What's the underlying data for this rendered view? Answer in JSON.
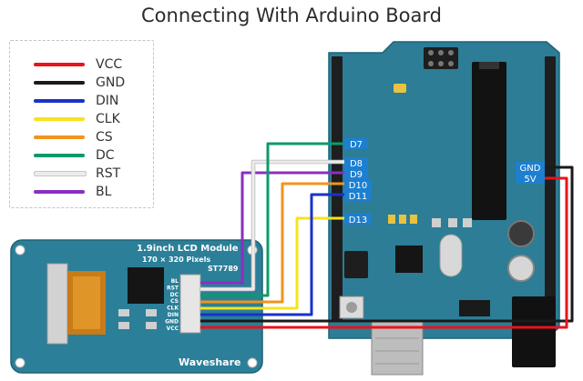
{
  "title": "Connecting With Arduino Board",
  "legend": [
    {
      "label": "VCC",
      "color": "#e8141b"
    },
    {
      "label": "GND",
      "color": "#1a1a1a"
    },
    {
      "label": "DIN",
      "color": "#1733c8"
    },
    {
      "label": "CLK",
      "color": "#f6e31f"
    },
    {
      "label": "CS",
      "color": "#f0941d"
    },
    {
      "label": "DC",
      "color": "#0d9a6a"
    },
    {
      "label": "RST",
      "color": "#ececec"
    },
    {
      "label": "BL",
      "color": "#8a2fc2"
    }
  ],
  "arduino": {
    "pins": [
      "D7",
      "D8",
      "D9",
      "D10",
      "D11",
      "D13",
      "GND",
      "5V"
    ],
    "board_color": "#2c7d95",
    "label_color": "#1d7fd0"
  },
  "lcd": {
    "title": "1.9inch LCD Module",
    "resolution": "170 × 320 Pixels",
    "driver": "ST7789",
    "brand": "Waveshare",
    "pin_labels": [
      "BL",
      "RST",
      "DC",
      "CS",
      "CLK",
      "DIN",
      "GND",
      "VCC"
    ],
    "board_color": "#2b7f98"
  }
}
